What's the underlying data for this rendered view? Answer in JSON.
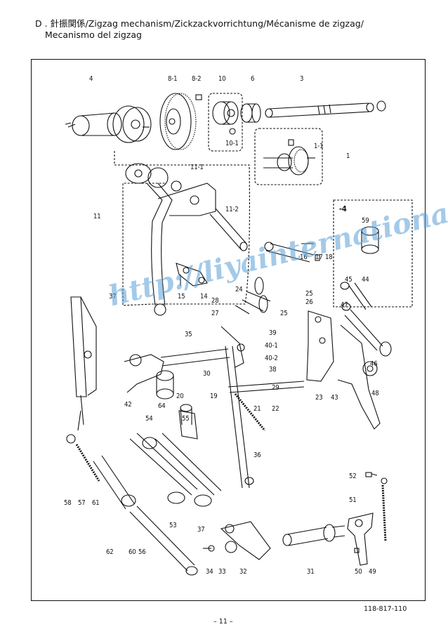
{
  "header": {
    "title_line1": "D . 針振関係/Zigzag  mechanism/Zickzackvorrichtung/Mécanisme de zigzag/",
    "title_line2": "Mecanismo  del  zigzag"
  },
  "watermark": "http://liyainternational.com/",
  "doc_number": "118-817-110",
  "page_number": "– 11 –",
  "labels": {
    "l4": "4",
    "l8_1": "8-1",
    "l8_2": "8-2",
    "l10": "10",
    "l6": "6",
    "l3": "3",
    "l1_1": "1-1",
    "l1": "1",
    "l10_1": "10-1",
    "l11_1": "11-1",
    "l11": "11",
    "l11_2": "11-2",
    "box4": "-4",
    "l59": "59",
    "l16": "16",
    "l17": "17",
    "l18": "18",
    "l24": "24",
    "l25a": "25",
    "l26": "26",
    "l28": "28",
    "l27": "27",
    "l25b": "25",
    "l45": "45",
    "l44": "44",
    "l47": "47",
    "l37a": "37",
    "l15": "15",
    "l14": "14",
    "l35": "35",
    "l39": "39",
    "l40_1": "40-1",
    "l40_2": "40-2",
    "l38": "38",
    "l46": "46",
    "l30": "30",
    "l29": "29",
    "l23": "23",
    "l43": "43",
    "l48": "48",
    "l42": "42",
    "l64": "64",
    "l20": "20",
    "l19": "19",
    "l21": "21",
    "l22": "22",
    "l54": "54",
    "l55": "55",
    "l36": "36",
    "l52": "52",
    "l51": "51",
    "l58": "58",
    "l57": "57",
    "l61": "61",
    "l53": "53",
    "l37b": "37",
    "l62": "62",
    "l60": "60",
    "l56": "56",
    "l34": "34",
    "l33": "33",
    "l32": "32",
    "l31": "31",
    "l50": "50",
    "l49": "49"
  }
}
